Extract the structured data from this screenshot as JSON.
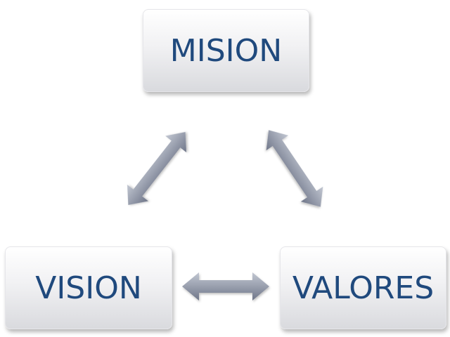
{
  "nodes": {
    "mision": "MISION",
    "vision": "VISION",
    "valores": "VALORES"
  },
  "colors": {
    "text": "#1f497d",
    "arrow_light": "#c2c7d2",
    "arrow_dark": "#6f7689"
  },
  "connections": [
    {
      "from": "mision",
      "to": "vision",
      "type": "bidirectional"
    },
    {
      "from": "mision",
      "to": "valores",
      "type": "bidirectional"
    },
    {
      "from": "vision",
      "to": "valores",
      "type": "bidirectional"
    }
  ]
}
